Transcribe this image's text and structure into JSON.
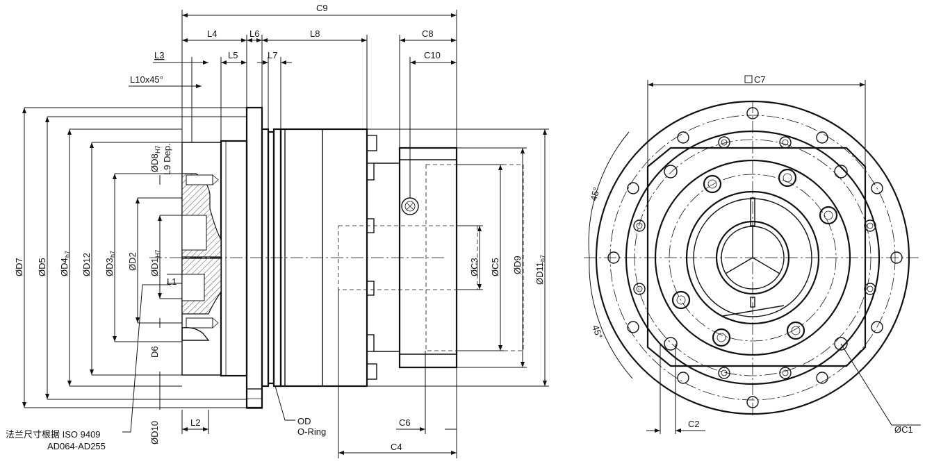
{
  "labels": {
    "C9": "C9",
    "L4": "L4",
    "L6": "L6",
    "L8": "L8",
    "C8": "C8",
    "C10": "C10",
    "L3": "L3",
    "L5": "L5",
    "L7": "L7",
    "L10": "L10x45°",
    "D8": "ØD8",
    "D8_sub": "H7",
    "L9": "L9 Dep.",
    "D7": "ØD7",
    "D5": "ØD5",
    "D4": "ØD4",
    "D4_sub": "h7",
    "D12": "ØD12",
    "D3": "ØD3",
    "D3_sub": "h7",
    "D2": "ØD2",
    "D1": "ØD1",
    "D1_sub": "H7",
    "L1": "L1",
    "D6": "D6",
    "D10": "ØD10",
    "L2": "L2",
    "C3": "ØC3",
    "C5": "ØC5",
    "D9": "ØD9",
    "D11": "ØD11",
    "D11_sub": "h7",
    "C6": "C6",
    "C4": "C4",
    "OD": "OD",
    "ORing": "O-Ring",
    "note_line1": "法兰尺寸根据 ISO 9409",
    "note_line2": "AD064-AD255",
    "C7": "C7",
    "C2": "C2",
    "C1": "ØC1",
    "angle1": "45°",
    "angle2": "45°"
  }
}
